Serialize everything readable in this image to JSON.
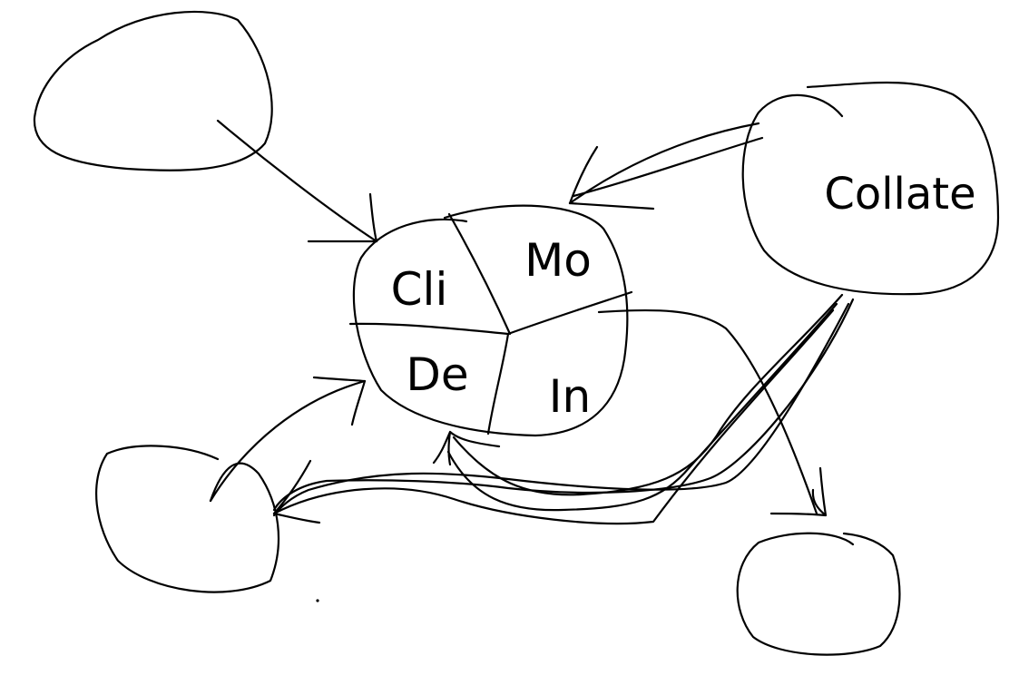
{
  "center_node": {
    "segments": {
      "top_left": "Cli",
      "top_right": "Mo",
      "bottom_left": "De",
      "bottom_right": "In"
    }
  },
  "nodes": {
    "top_left": {
      "label": ""
    },
    "top_right": {
      "label": "Collate"
    },
    "bottom_left": {
      "label": ""
    },
    "bottom_right": {
      "label": ""
    }
  },
  "colors": {
    "ink": "#000000",
    "paper": "#ffffff"
  }
}
